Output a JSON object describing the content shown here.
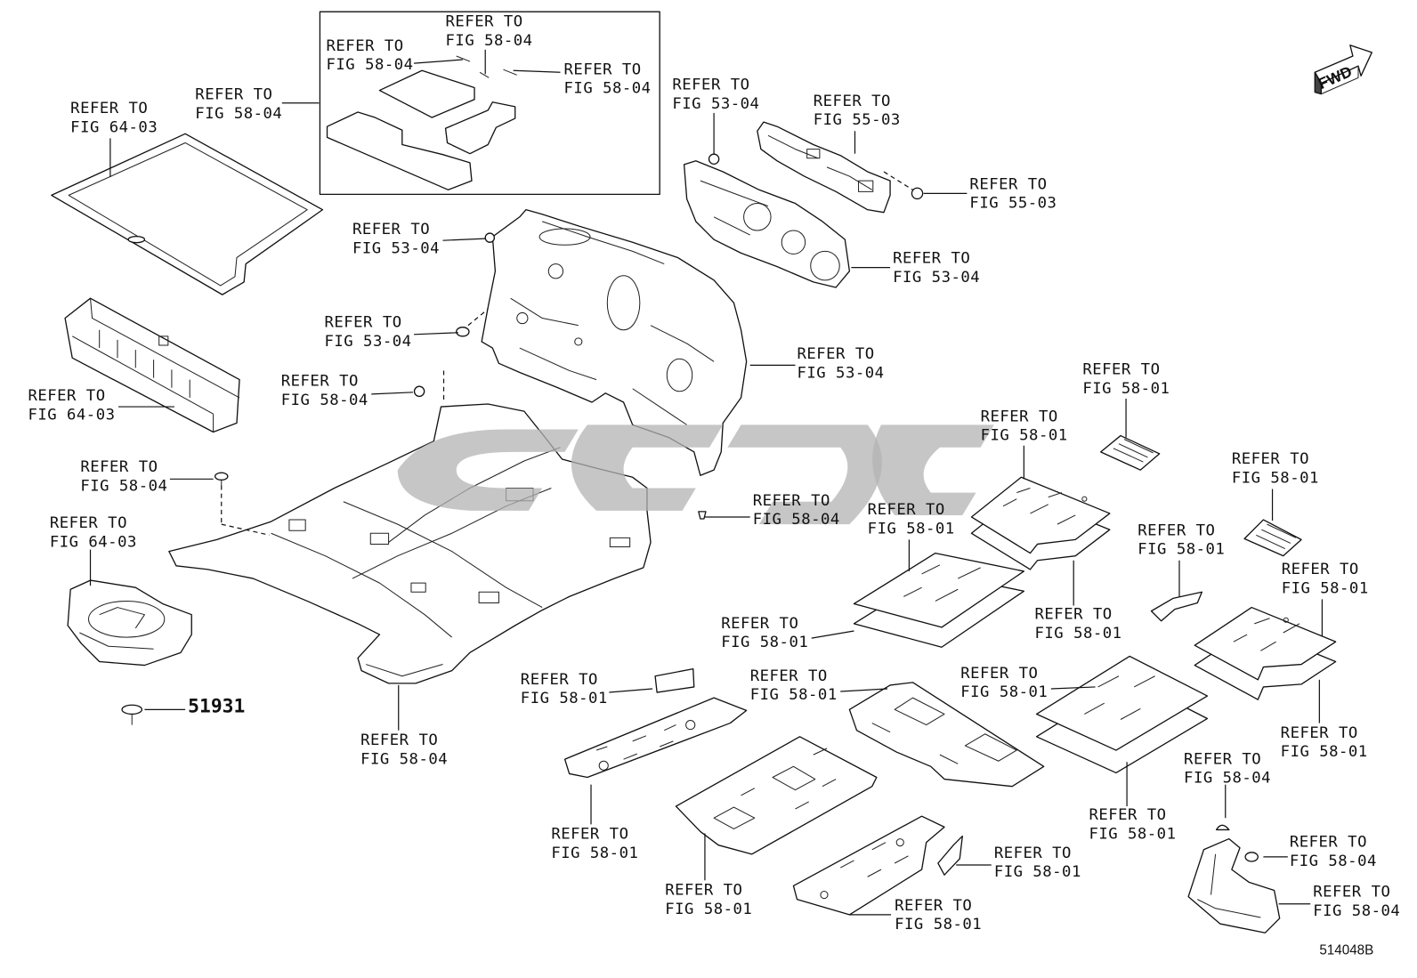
{
  "diagram": {
    "fwd_label": "FWD",
    "part_number": "51931",
    "drawing_number": "514048B",
    "callouts": [
      {
        "line1": "REFER TO",
        "line2": "FIG 64-03"
      },
      {
        "line1": "REFER TO",
        "line2": "FIG 58-04"
      },
      {
        "line1": "REFER TO",
        "line2": "FIG 58-04"
      },
      {
        "line1": "REFER TO",
        "line2": "FIG 58-04"
      },
      {
        "line1": "REFER TO",
        "line2": "FIG 58-04"
      },
      {
        "line1": "REFER TO",
        "line2": "FIG 53-04"
      },
      {
        "line1": "REFER TO",
        "line2": "FIG 55-03"
      },
      {
        "line1": "REFER TO",
        "line2": "FIG 55-03"
      },
      {
        "line1": "REFER TO",
        "line2": "FIG 53-04"
      },
      {
        "line1": "REFER TO",
        "line2": "FIG 53-04"
      },
      {
        "line1": "REFER TO",
        "line2": "FIG 53-04"
      },
      {
        "line1": "REFER TO",
        "line2": "FIG 53-04"
      },
      {
        "line1": "REFER TO",
        "line2": "FIG 58-04"
      },
      {
        "line1": "REFER TO",
        "line2": "FIG 64-03"
      },
      {
        "line1": "REFER TO",
        "line2": "FIG 58-01"
      },
      {
        "line1": "REFER TO",
        "line2": "FIG 58-01"
      },
      {
        "line1": "REFER TO",
        "line2": "FIG 58-04"
      },
      {
        "line1": "REFER TO",
        "line2": "FIG 58-01"
      },
      {
        "line1": "REFER TO",
        "line2": "FIG 58-04"
      },
      {
        "line1": "REFER TO",
        "line2": "FIG 58-01"
      },
      {
        "line1": "REFER TO",
        "line2": "FIG 64-03"
      },
      {
        "line1": "REFER TO",
        "line2": "FIG 58-01"
      },
      {
        "line1": "REFER TO",
        "line2": "FIG 58-01"
      },
      {
        "line1": "REFER TO",
        "line2": "FIG 58-01"
      },
      {
        "line1": "REFER TO",
        "line2": "FIG 58-01"
      },
      {
        "line1": "REFER TO",
        "line2": "FIG 58-01"
      },
      {
        "line1": "REFER TO",
        "line2": "FIG 58-01"
      },
      {
        "line1": "REFER TO",
        "line2": "FIG 58-01"
      },
      {
        "line1": "REFER TO",
        "line2": "FIG 58-04"
      },
      {
        "line1": "REFER TO",
        "line2": "FIG 58-01"
      },
      {
        "line1": "REFER TO",
        "line2": "FIG 58-04"
      },
      {
        "line1": "REFER TO",
        "line2": "FIG 58-01"
      },
      {
        "line1": "REFER TO",
        "line2": "FIG 58-01"
      },
      {
        "line1": "REFER TO",
        "line2": "FIG 58-04"
      },
      {
        "line1": "REFER TO",
        "line2": "FIG 58-01"
      },
      {
        "line1": "REFER TO",
        "line2": "FIG 58-01"
      },
      {
        "line1": "REFER TO",
        "line2": "FIG 58-04"
      },
      {
        "line1": "REFER TO",
        "line2": "FIG 58-01"
      }
    ]
  }
}
